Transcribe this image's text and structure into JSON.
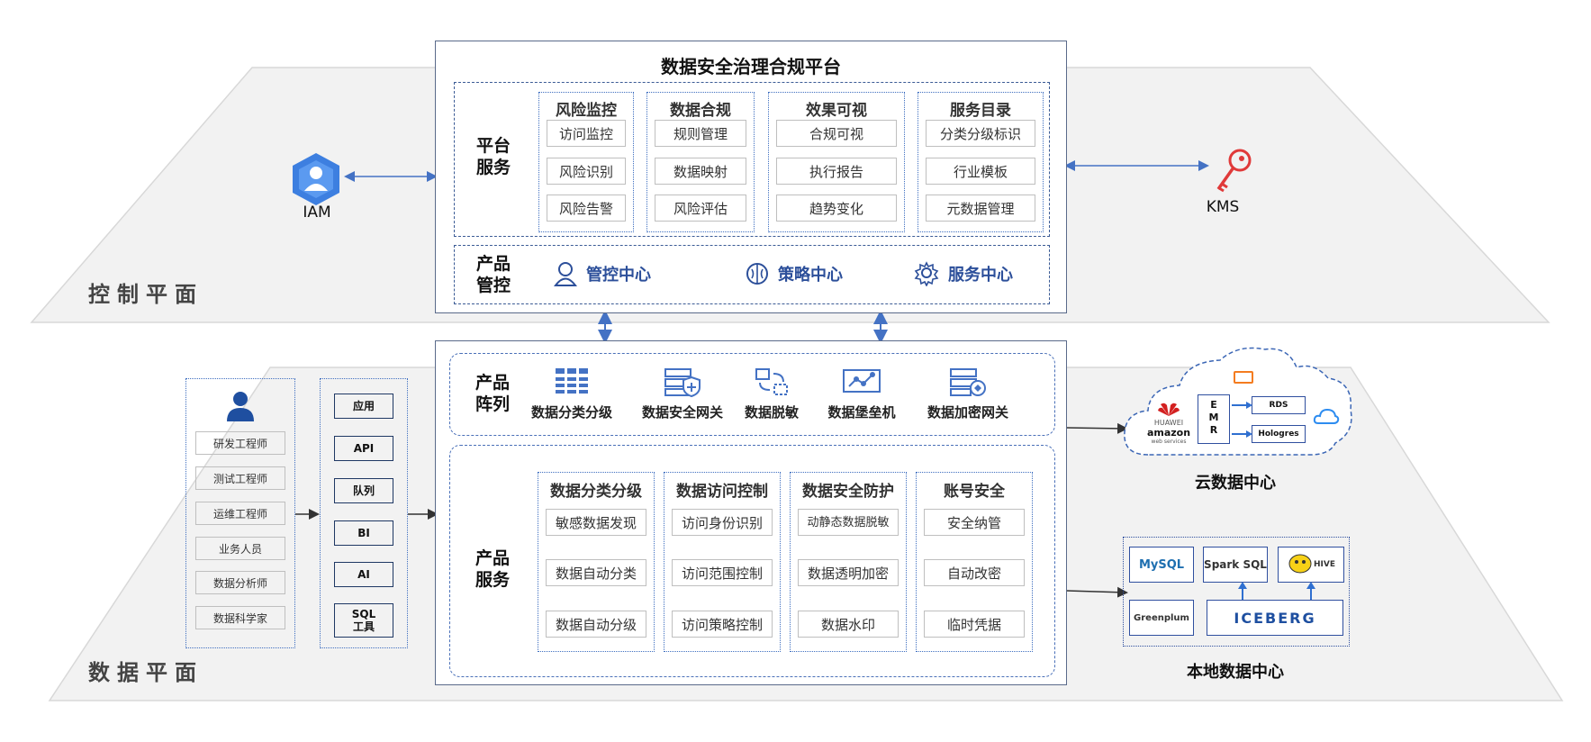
{
  "control_plane_label": "控制平面",
  "data_plane_label": "数据平面",
  "platform": {
    "title": "数据安全治理合规平台",
    "services_label": [
      "平台",
      "服务"
    ],
    "columns": [
      {
        "title": "风险监控",
        "items": [
          "访问监控",
          "风险识别",
          "风险告警"
        ]
      },
      {
        "title": "数据合规",
        "items": [
          "规则管理",
          "数据映射",
          "风险评估"
        ]
      },
      {
        "title": "效果可视",
        "items": [
          "合规可视",
          "执行报告",
          "趋势变化"
        ]
      },
      {
        "title": "服务目录",
        "items": [
          "分类分级标识",
          "行业模板",
          "元数据管理"
        ]
      }
    ],
    "control_label": [
      "产品",
      "管控"
    ],
    "control_centers": [
      {
        "label": "管控中心",
        "icon": "person-icon"
      },
      {
        "label": "策略中心",
        "icon": "brain-icon"
      },
      {
        "label": "服务中心",
        "icon": "gear-icon"
      }
    ]
  },
  "iam": {
    "label": "IAM",
    "icon": "shield-user-icon"
  },
  "kms": {
    "label": "KMS",
    "icon": "key-icon"
  },
  "users": {
    "icon": "user-icon",
    "roles": [
      "研发工程师",
      "测试工程师",
      "运维工程师",
      "业务人员",
      "数据分析师",
      "数据科学家"
    ]
  },
  "channels": [
    "应用",
    "API",
    "队列",
    "BI",
    "AI",
    "SQL\n工具"
  ],
  "product_matrix": {
    "label": [
      "产品",
      "阵列"
    ],
    "items": [
      {
        "label": "数据分类分级",
        "icon": "grid-icon"
      },
      {
        "label": "数据安全网关",
        "icon": "gateway-icon"
      },
      {
        "label": "数据脱敏",
        "icon": "mask-icon"
      },
      {
        "label": "数据堡垒机",
        "icon": "bastion-icon"
      },
      {
        "label": "数据加密网关",
        "icon": "encrypt-icon"
      }
    ]
  },
  "product_services": {
    "label": [
      "产品",
      "服务"
    ],
    "columns": [
      {
        "title": "数据分类分级",
        "items": [
          "敏感数据发现",
          "数据自动分类",
          "数据自动分级"
        ]
      },
      {
        "title": "数据访问控制",
        "items": [
          "访问身份识别",
          "访问范围控制",
          "访问策略控制"
        ]
      },
      {
        "title": "数据安全防护",
        "items": [
          "动静态数据脱敏",
          "数据透明加密",
          "数据水印"
        ]
      },
      {
        "title": "账号安全",
        "items": [
          "安全纳管",
          "自动改密",
          "临时凭据"
        ]
      }
    ]
  },
  "cloud_dc": {
    "title": "云数据中心",
    "vendors": [
      "HUAWEI",
      "amazon",
      "web services"
    ],
    "emr": "E\nM\nR",
    "services": [
      "RDS",
      "Hologres"
    ],
    "alibaba_icon": "alibaba-cloud-icon",
    "tencent_icon": "tencent-cloud-icon"
  },
  "local_dc": {
    "title": "本地数据中心",
    "logos": [
      "MySQL",
      "Spark SQL",
      "HIVE",
      "Greenplum",
      "ICEBERG"
    ]
  }
}
